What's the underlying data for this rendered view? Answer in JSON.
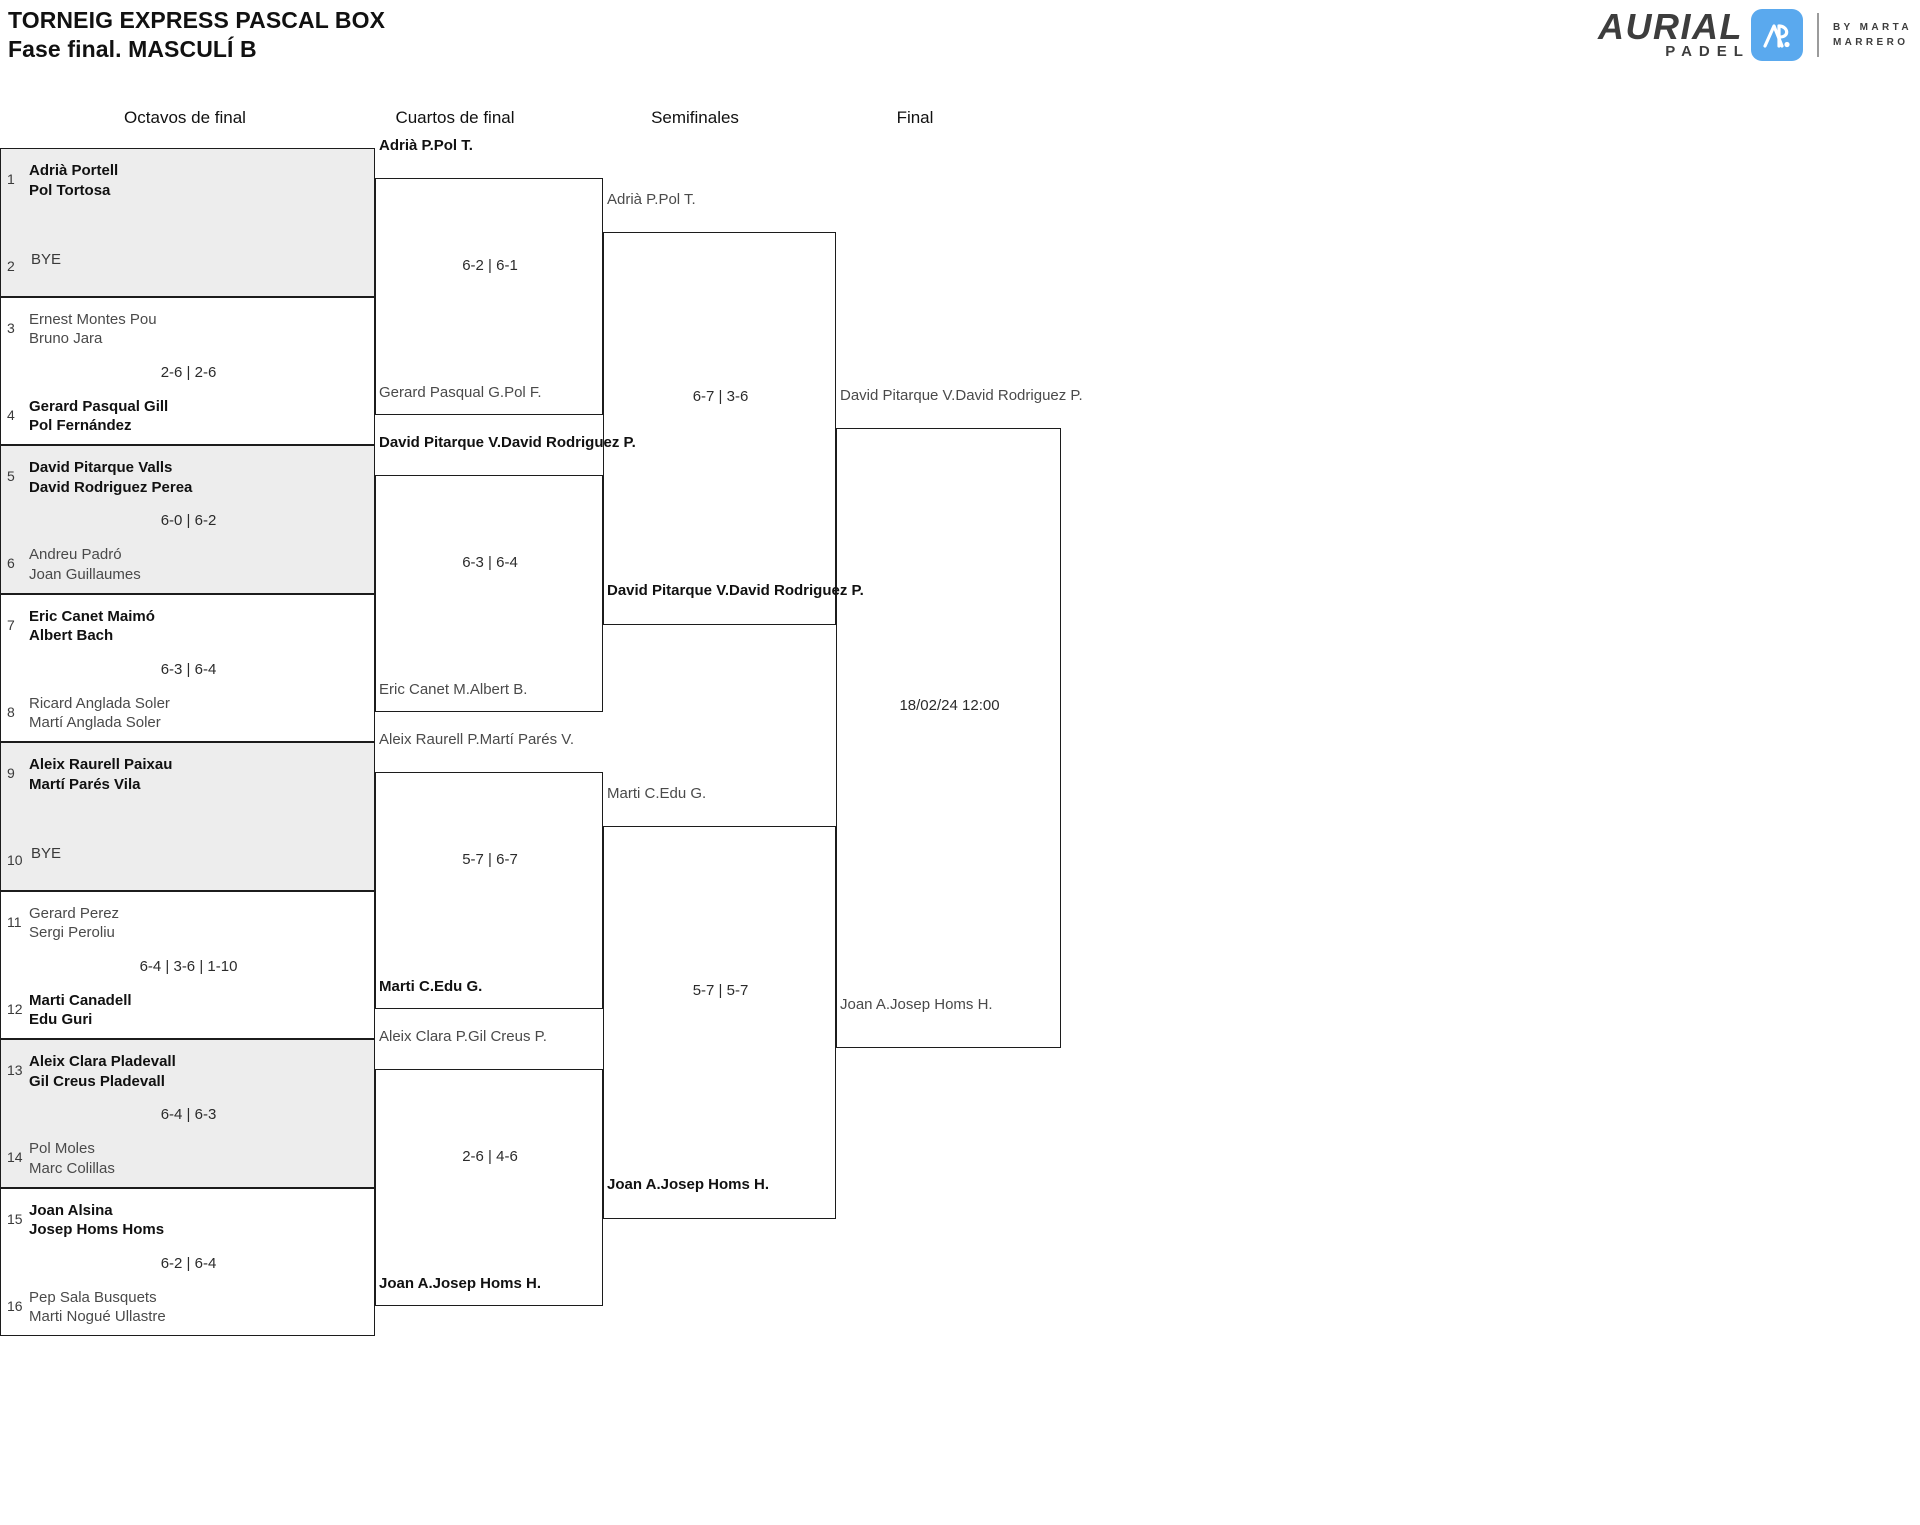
{
  "header": {
    "title_line1": "TORNEIG EXPRESS PASCAL BOX",
    "title_line2": "Fase final. MASCULÍ B"
  },
  "logo": {
    "brand": "AURIAL",
    "sub": "PADEL",
    "mark_alt": "ap-monogram-icon",
    "by_line1": "BY MARTA",
    "by_line2": "MARRERO",
    "accent": "#5aa9ee"
  },
  "rounds": [
    {
      "label": "Octavos de final"
    },
    {
      "label": "Cuartos de final"
    },
    {
      "label": "Semifinales"
    },
    {
      "label": "Final"
    }
  ],
  "colors": {
    "shaded_row": "#ededed",
    "line": "#1c1c1c",
    "winner_text": "#111111",
    "loser_text": "#4a4a4a"
  },
  "chart_data": {
    "type": "bracket",
    "title": "TORNEIG EXPRESS PASCAL BOX — Fase final. MASCULÍ B",
    "rounds": [
      "Octavos de final",
      "Cuartos de final",
      "Semifinales",
      "Final"
    ],
    "round1": [
      {
        "shaded": true,
        "top": {
          "seed": "1",
          "p1": "Adrià Portell",
          "p2": "Pol Tortosa",
          "winner": true
        },
        "bottom": {
          "seed": "2",
          "bye": "BYE",
          "winner": false
        },
        "score": ""
      },
      {
        "shaded": false,
        "top": {
          "seed": "3",
          "p1": "Ernest Montes Pou",
          "p2": "Bruno Jara",
          "winner": false
        },
        "bottom": {
          "seed": "4",
          "p1": "Gerard Pasqual Gill",
          "p2": "Pol Fernández",
          "winner": true
        },
        "score": "2-6 | 2-6"
      },
      {
        "shaded": true,
        "top": {
          "seed": "5",
          "p1": "David Pitarque Valls",
          "p2": "David Rodriguez Perea",
          "winner": true
        },
        "bottom": {
          "seed": "6",
          "p1": "Andreu Padró",
          "p2": "Joan Guillaumes",
          "winner": false
        },
        "score": "6-0 | 6-2"
      },
      {
        "shaded": false,
        "top": {
          "seed": "7",
          "p1": "Eric Canet Maimó",
          "p2": "Albert Bach",
          "winner": true
        },
        "bottom": {
          "seed": "8",
          "p1": "Ricard Anglada Soler",
          "p2": "Martí Anglada Soler",
          "winner": false
        },
        "score": "6-3 | 6-4"
      },
      {
        "shaded": true,
        "top": {
          "seed": "9",
          "p1": "Aleix Raurell Paixau",
          "p2": "Martí Parés Vila",
          "winner": true
        },
        "bottom": {
          "seed": "10",
          "bye": "BYE",
          "winner": false
        },
        "score": ""
      },
      {
        "shaded": false,
        "top": {
          "seed": "11",
          "p1": "Gerard Perez",
          "p2": "Sergi Peroliu",
          "winner": false
        },
        "bottom": {
          "seed": "12",
          "p1": "Marti Canadell",
          "p2": "Edu Guri",
          "winner": true
        },
        "score": "6-4 | 3-6 | 1-10"
      },
      {
        "shaded": true,
        "top": {
          "seed": "13",
          "p1": "Aleix Clara Pladevall",
          "p2": "Gil Creus Pladevall",
          "winner": true
        },
        "bottom": {
          "seed": "14",
          "p1": "Pol Moles",
          "p2": "Marc Colillas",
          "winner": false
        },
        "score": "6-4 | 6-3"
      },
      {
        "shaded": false,
        "top": {
          "seed": "15",
          "p1": "Joan Alsina",
          "p2": "Josep Homs Homs",
          "winner": true
        },
        "bottom": {
          "seed": "16",
          "p1": "Pep Sala Busquets",
          "p2": "Marti Nogué Ullastre",
          "winner": false
        },
        "score": "6-2 | 6-4"
      }
    ],
    "round2": [
      {
        "top": {
          "p1": "Adrià P.",
          "p2": "Pol T.",
          "winner": true
        },
        "bottom": {
          "p1": "Gerard Pasqual G.",
          "p2": "Pol F.",
          "winner": false
        },
        "score": "6-2 | 6-1"
      },
      {
        "top": {
          "p1": "David Pitarque V.",
          "p2": "David Rodriguez P.",
          "winner": true
        },
        "bottom": {
          "p1": "Eric Canet M.",
          "p2": "Albert B.",
          "winner": false
        },
        "score": "6-3 | 6-4"
      },
      {
        "top": {
          "p1": "Aleix Raurell P.",
          "p2": "Martí Parés V.",
          "winner": false
        },
        "bottom": {
          "p1": "Marti C.",
          "p2": "Edu G.",
          "winner": true
        },
        "score": "5-7 | 6-7"
      },
      {
        "top": {
          "p1": "Aleix Clara P.",
          "p2": "Gil Creus P.",
          "winner": false
        },
        "bottom": {
          "p1": "Joan A.",
          "p2": "Josep Homs H.",
          "winner": true
        },
        "score": "2-6 | 4-6"
      }
    ],
    "round3": [
      {
        "top": {
          "p1": "Adrià P.",
          "p2": "Pol T.",
          "winner": false
        },
        "bottom": {
          "p1": "David Pitarque V.",
          "p2": "David Rodriguez P.",
          "winner": true
        },
        "score": "6-7 | 3-6"
      },
      {
        "top": {
          "p1": "Marti C.",
          "p2": "Edu G.",
          "winner": false
        },
        "bottom": {
          "p1": "Joan A.",
          "p2": "Josep Homs H.",
          "winner": true
        },
        "score": "5-7 | 5-7"
      }
    ],
    "round4": [
      {
        "top": {
          "p1": "David Pitarque V.",
          "p2": "David Rodriguez P.",
          "winner": false
        },
        "bottom": {
          "p1": "Joan A.",
          "p2": "Josep Homs H.",
          "winner": false
        },
        "score": "18/02/24 12:00"
      }
    ]
  }
}
